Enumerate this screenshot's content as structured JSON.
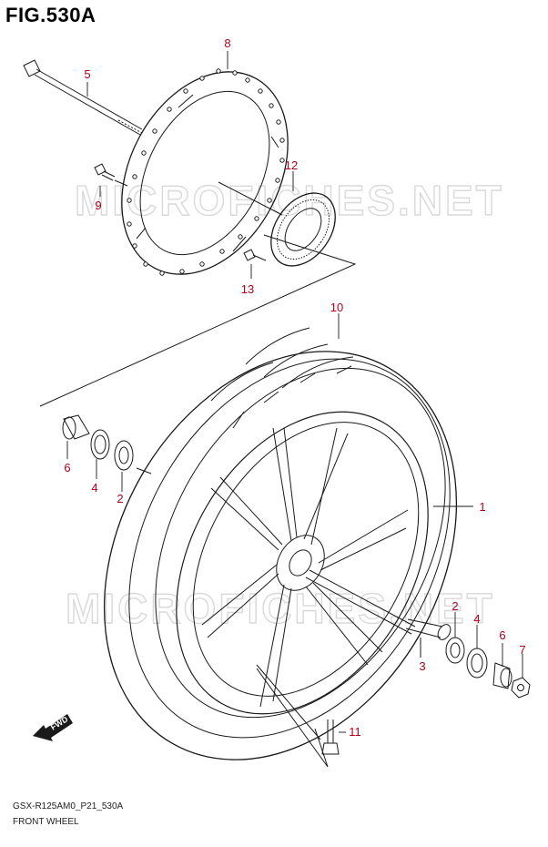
{
  "figure": {
    "title": "FIG.530A",
    "code": "GSX-R125AM0_P21_530A",
    "name": "FRONT WHEEL"
  },
  "watermark": "MICROFICHES.NET",
  "fwd_label": "FWD",
  "callouts": [
    {
      "id": "1",
      "label": "1"
    },
    {
      "id": "2a",
      "label": "2"
    },
    {
      "id": "2b",
      "label": "2"
    },
    {
      "id": "3",
      "label": "3"
    },
    {
      "id": "4a",
      "label": "4"
    },
    {
      "id": "4b",
      "label": "4"
    },
    {
      "id": "5",
      "label": "5"
    },
    {
      "id": "6a",
      "label": "6"
    },
    {
      "id": "6b",
      "label": "6"
    },
    {
      "id": "7",
      "label": "7"
    },
    {
      "id": "8",
      "label": "8"
    },
    {
      "id": "9",
      "label": "9"
    },
    {
      "id": "10",
      "label": "10"
    },
    {
      "id": "11",
      "label": "11"
    },
    {
      "id": "12",
      "label": "12"
    },
    {
      "id": "13",
      "label": "13"
    }
  ],
  "colors": {
    "callout": "#b3001b",
    "line": "#1a1a1a",
    "watermark": "#d9d9d9"
  }
}
